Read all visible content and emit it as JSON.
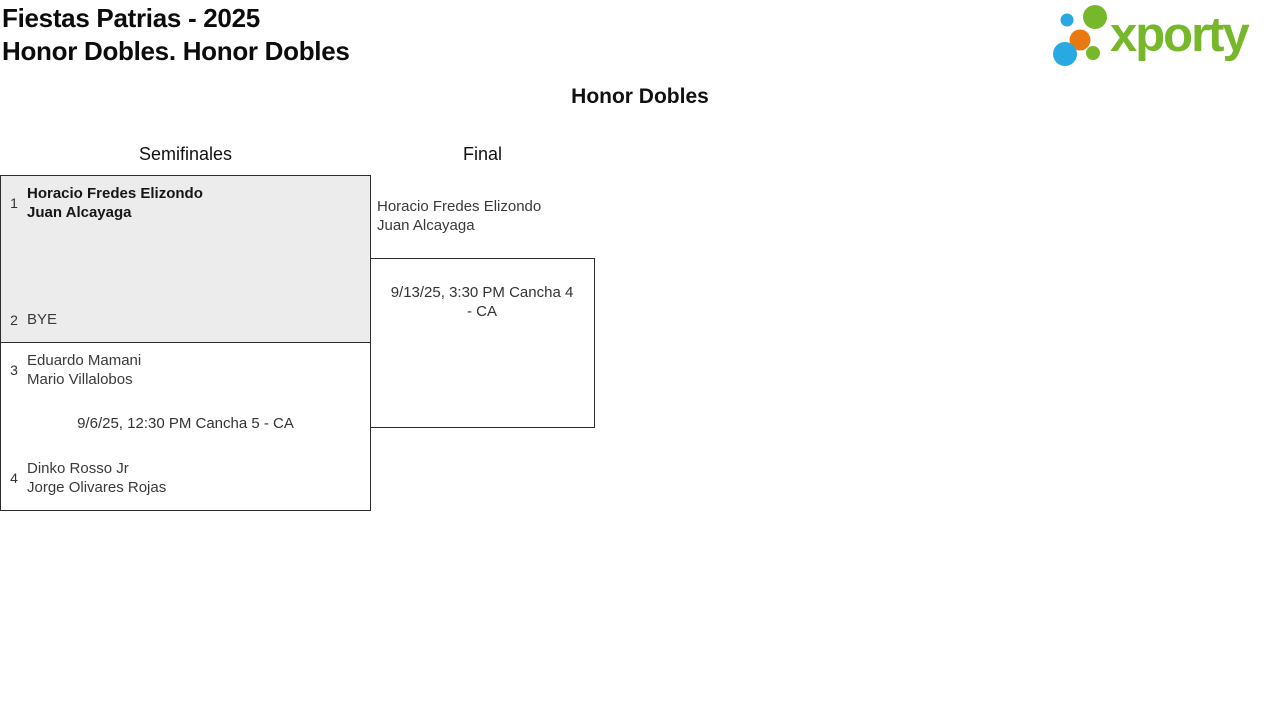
{
  "header": {
    "title": "Fiestas Patrias - 2025",
    "subtitle": "Honor Dobles. Honor Dobles",
    "logo": {
      "text": "xporty"
    }
  },
  "bracket": {
    "heading": "Honor Dobles",
    "rounds": {
      "semifinals": "Semifinales",
      "final": "Final"
    },
    "sf1": {
      "seed1": "1",
      "team1_player1": "Horacio Fredes Elizondo",
      "team1_player2": "Juan Alcayaga",
      "seed2": "2",
      "team2_player1": "BYE"
    },
    "sf2": {
      "seed1": "3",
      "team1_player1": "Eduardo Mamani",
      "team1_player2": "Mario Villalobos",
      "schedule": "9/6/25, 12:30 PM Cancha 5 - CA",
      "seed2": "4",
      "team2_player1": "Dinko Rosso Jr",
      "team2_player2": "Jorge Olivares Rojas"
    },
    "final": {
      "slot1_player1": "Horacio Fredes Elizondo",
      "slot1_player2": "Juan Alcayaga",
      "schedule": "9/13/25, 3:30 PM Cancha 4 - CA"
    }
  },
  "colors": {
    "brand_green": "#76b82a",
    "brand_blue": "#29a9e1",
    "brand_orange": "#e8790f",
    "highlight_box_bg": "#ececec",
    "box_border": "#2c2c2c"
  }
}
